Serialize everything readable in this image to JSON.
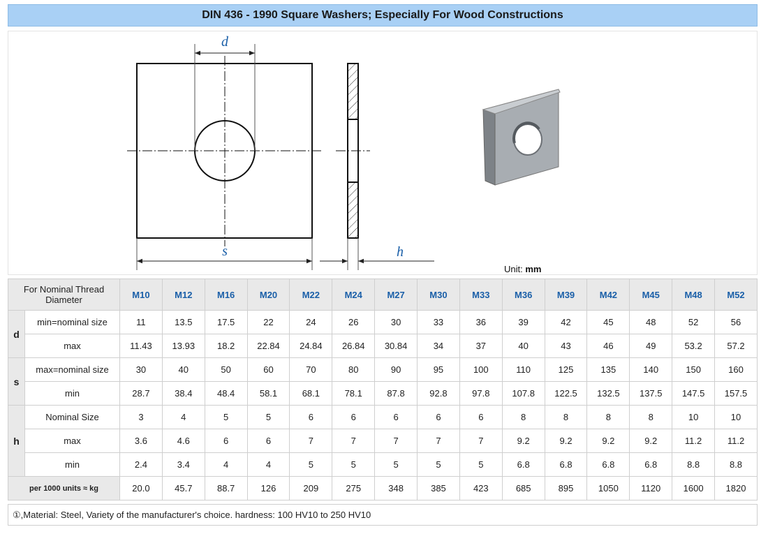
{
  "title": "DIN 436 - 1990 Square Washers; Especially For Wood Constructions",
  "drawing": {
    "label_d": "d",
    "label_s": "s",
    "label_h": "h",
    "unit_prefix": "Unit:",
    "unit_value": "mm"
  },
  "table": {
    "corner_label": "For Nominal Thread Diameter",
    "sizes": [
      "M10",
      "M12",
      "M16",
      "M20",
      "M22",
      "M24",
      "M27",
      "M30",
      "M33",
      "M36",
      "M39",
      "M42",
      "M45",
      "M48",
      "M52"
    ],
    "groups": [
      {
        "symbol": "d",
        "rows": [
          {
            "label": "min=nominal size",
            "values": [
              "11",
              "13.5",
              "17.5",
              "22",
              "24",
              "26",
              "30",
              "33",
              "36",
              "39",
              "42",
              "45",
              "48",
              "52",
              "56"
            ]
          },
          {
            "label": "max",
            "values": [
              "11.43",
              "13.93",
              "18.2",
              "22.84",
              "24.84",
              "26.84",
              "30.84",
              "34",
              "37",
              "40",
              "43",
              "46",
              "49",
              "53.2",
              "57.2"
            ]
          }
        ]
      },
      {
        "symbol": "s",
        "rows": [
          {
            "label": "max=nominal size",
            "values": [
              "30",
              "40",
              "50",
              "60",
              "70",
              "80",
              "90",
              "95",
              "100",
              "110",
              "125",
              "135",
              "140",
              "150",
              "160"
            ]
          },
          {
            "label": "min",
            "values": [
              "28.7",
              "38.4",
              "48.4",
              "58.1",
              "68.1",
              "78.1",
              "87.8",
              "92.8",
              "97.8",
              "107.8",
              "122.5",
              "132.5",
              "137.5",
              "147.5",
              "157.5"
            ]
          }
        ]
      },
      {
        "symbol": "h",
        "rows": [
          {
            "label": "Nominal Size",
            "values": [
              "3",
              "4",
              "5",
              "5",
              "6",
              "6",
              "6",
              "6",
              "6",
              "8",
              "8",
              "8",
              "8",
              "10",
              "10"
            ]
          },
          {
            "label": "max",
            "values": [
              "3.6",
              "4.6",
              "6",
              "6",
              "7",
              "7",
              "7",
              "7",
              "7",
              "9.2",
              "9.2",
              "9.2",
              "9.2",
              "11.2",
              "11.2"
            ]
          },
          {
            "label": "min",
            "values": [
              "2.4",
              "3.4",
              "4",
              "4",
              "5",
              "5",
              "5",
              "5",
              "5",
              "6.8",
              "6.8",
              "6.8",
              "6.8",
              "8.8",
              "8.8"
            ]
          }
        ]
      }
    ],
    "weight_row": {
      "label": "per 1000 units ≈ kg",
      "values": [
        "20.0",
        "45.7",
        "88.7",
        "126",
        "209",
        "275",
        "348",
        "385",
        "423",
        "685",
        "895",
        "1050",
        "1120",
        "1600",
        "1820"
      ]
    }
  },
  "footnote": "①,Material: Steel, Variety of the manufacturer's choice. hardness: 100 HV10 to 250 HV10",
  "colors": {
    "title_bg": "#a9d0f5",
    "header_bg": "#e9e9e9",
    "size_text": "#1a5fa8",
    "dim_label": "#1a5fa8"
  }
}
